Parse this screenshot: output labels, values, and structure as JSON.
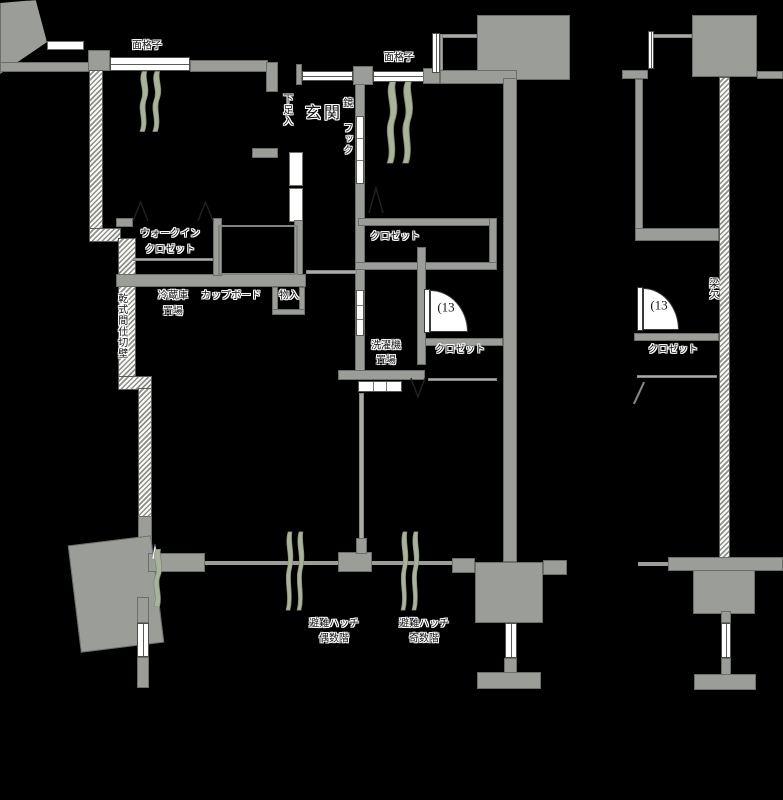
{
  "colors": {
    "background": "#000000",
    "wall": "#9b9e98",
    "window": "#ffffff",
    "curtain": "#a9b39c",
    "text": "#141414"
  },
  "floorplan": {
    "labels": {
      "lattice_left": "面格子",
      "lattice_right": "面格子",
      "shoe_storage": "下足入",
      "entrance": "玄関",
      "mirror": "鏡",
      "hook": "フック",
      "walkin_l1": "ウォークイン",
      "walkin_l2": "クロゼット",
      "fridge_l1": "冷蔵庫",
      "fridge_l2": "置場",
      "cupboard": "カップボード",
      "storage": "物入",
      "closet_bedroom": "クロゼット",
      "washer_l1": "洗濯機",
      "washer_l2": "置場",
      "closet_main": "クロゼット",
      "partition_wall": "乾式間仕切壁",
      "room13_left": "(13",
      "room13_right": "(13",
      "hatch_even_l1": "避難ハッチ",
      "hatch_even_l2": "偶数階",
      "hatch_odd_l1": "避難ハッチ",
      "hatch_odd_l2": "奇数階",
      "beam_notch": "梁欠",
      "closet_right": "クロゼット"
    }
  }
}
